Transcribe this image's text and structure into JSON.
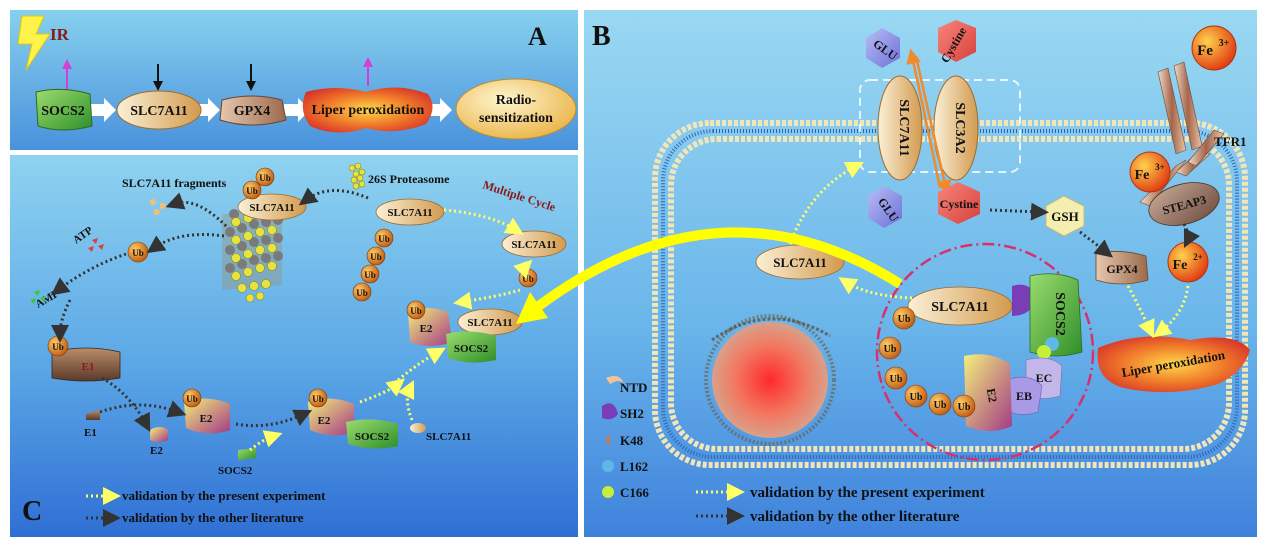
{
  "panels": {
    "a": {
      "letter": "A",
      "ir": "IR",
      "nodes": [
        "SOCS2",
        "SLC7A11",
        "GPX4",
        "Liper peroxidation"
      ],
      "outcome": [
        "Radio-",
        "sensitization"
      ]
    },
    "b": {
      "letter": "B",
      "glu": "GLU",
      "cystine": "Cystine",
      "slc7a11": "SLC7A11",
      "slc3a2": "SLC3A2",
      "tfr1": "TFR1",
      "steap3": "STEAP3",
      "fe3": "Fe",
      "fe3_sup": "3+",
      "fe2": "Fe",
      "fe2_sup": "2+",
      "gsh": "GSH",
      "gpx4": "GPX4",
      "lipid": "Liper peroxidation",
      "socs2": "SOCS2",
      "e2": "E2",
      "eb": "EB",
      "ec": "EC",
      "ub": "Ub",
      "legend": [
        {
          "label": "NTD"
        },
        {
          "label": "SH2"
        },
        {
          "label": "K48"
        },
        {
          "label": "L162"
        },
        {
          "label": "C166"
        }
      ],
      "validation_present": "validation by the present experiment",
      "validation_other": "validation by the other literature"
    },
    "c": {
      "letter": "C",
      "fragments": "SLC7A11 fragments",
      "proteasome": "26S Proteasome",
      "multiple_cycle": "Multiple Cycle",
      "slc7a11": "SLC7A11",
      "atp": "ATP",
      "amp": "AMP",
      "ub": "Ub",
      "e1": "E1",
      "e2": "E2",
      "socs2": "SOCS2",
      "validation_present": "validation by the present experiment",
      "validation_other": "validation by the other literature"
    }
  },
  "colors": {
    "panel_top": "#7ecbe9",
    "panel_bottom": "#3a7fd6",
    "yellow_dotted": "#ffff66",
    "dark_dotted": "#333333",
    "yellow_arrow": "#ffff00",
    "ub_fill": "#e07a25",
    "socs2_green": "#4daa3a",
    "glu_purple": "#8d8fe0",
    "cystine_red": "#e8504a"
  }
}
